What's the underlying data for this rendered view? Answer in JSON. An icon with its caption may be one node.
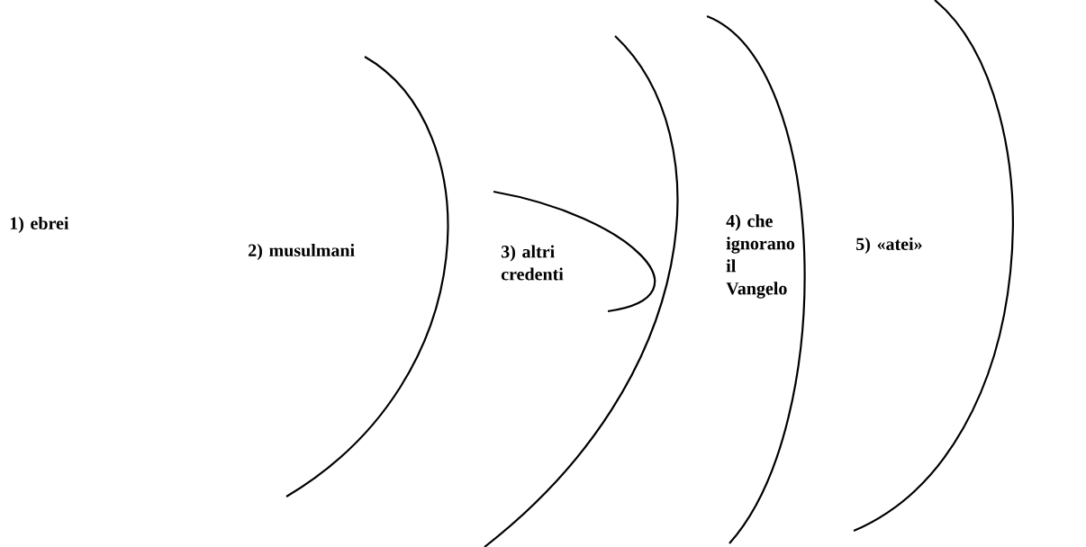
{
  "diagram": {
    "labels": [
      "1) ebrei",
      "2) musulmani",
      "3) altri credenti",
      "4) che ignorano il Vangelo",
      "5) «atei»"
    ]
  }
}
